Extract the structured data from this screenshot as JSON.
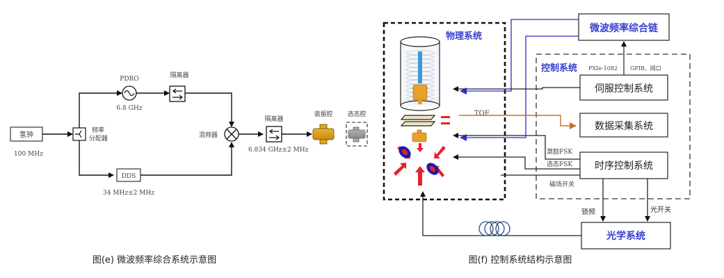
{
  "figure_e": {
    "caption": "图(e) 微波频率综合系统示意图",
    "clock_box": "氢钟",
    "clock_freq": "100 MHz",
    "splitter_label_1": "频率",
    "splitter_label_2": "分配器",
    "pdro_label": "PDRO",
    "pdro_freq": "6.8 GHz",
    "isolator_top_label": "隔离器",
    "dds_box": "DDS",
    "dds_freq": "34 MHz±2 MHz",
    "mixer_label": "混频器",
    "isolator_out_label": "隔离器",
    "output_freq": "6.834 GHz±2 MHz",
    "cavity_label": "谐振腔",
    "selection_cavity_label": "选态腔",
    "colors": {
      "cavity": "#d9a21b",
      "selection_cavity": "#9a9a9a"
    }
  },
  "figure_f": {
    "caption": "图(f) 控制系统结构示意图",
    "physics_system_label": "物理系统",
    "microwave_chain_box": "微波频率综合链",
    "control_system_label": "控制系统",
    "bus_label": "PXIe-1082",
    "interface_label": "GPIB、网口",
    "servo_box": "伺服控制系统",
    "tof_label": "TOF",
    "daq_box": "数据采集系统",
    "excite_fsk_label": "激励FSK",
    "select_fsk_label": "选态FSK",
    "timing_box": "时序控制系统",
    "magnet_switch_label": "磁场开关",
    "lock_label": "锁频",
    "light_switch_label": "光开关",
    "optics_box": "光学系统",
    "colors": {
      "blue_text": "#3a3fd0",
      "blue_line": "#2a2ec8",
      "tof_line": "#c8702a",
      "laser_red": "#e8202a",
      "coil_blue": "#1a1aa8"
    }
  }
}
